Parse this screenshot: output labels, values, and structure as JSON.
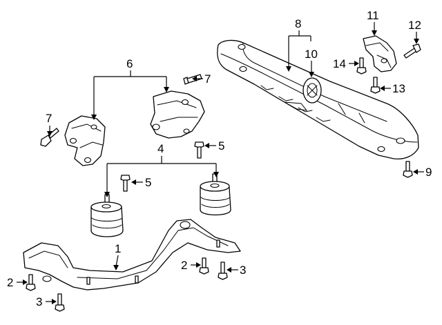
{
  "callouts": {
    "c1": "1",
    "c2a": "2",
    "c2b": "2",
    "c3a": "3",
    "c3b": "3",
    "c4": "4",
    "c5a": "5",
    "c5b": "5",
    "c6": "6",
    "c7a": "7",
    "c7b": "7",
    "c8": "8",
    "c9": "9",
    "c10": "10",
    "c11": "11",
    "c12": "12",
    "c13": "13",
    "c14": "14"
  }
}
